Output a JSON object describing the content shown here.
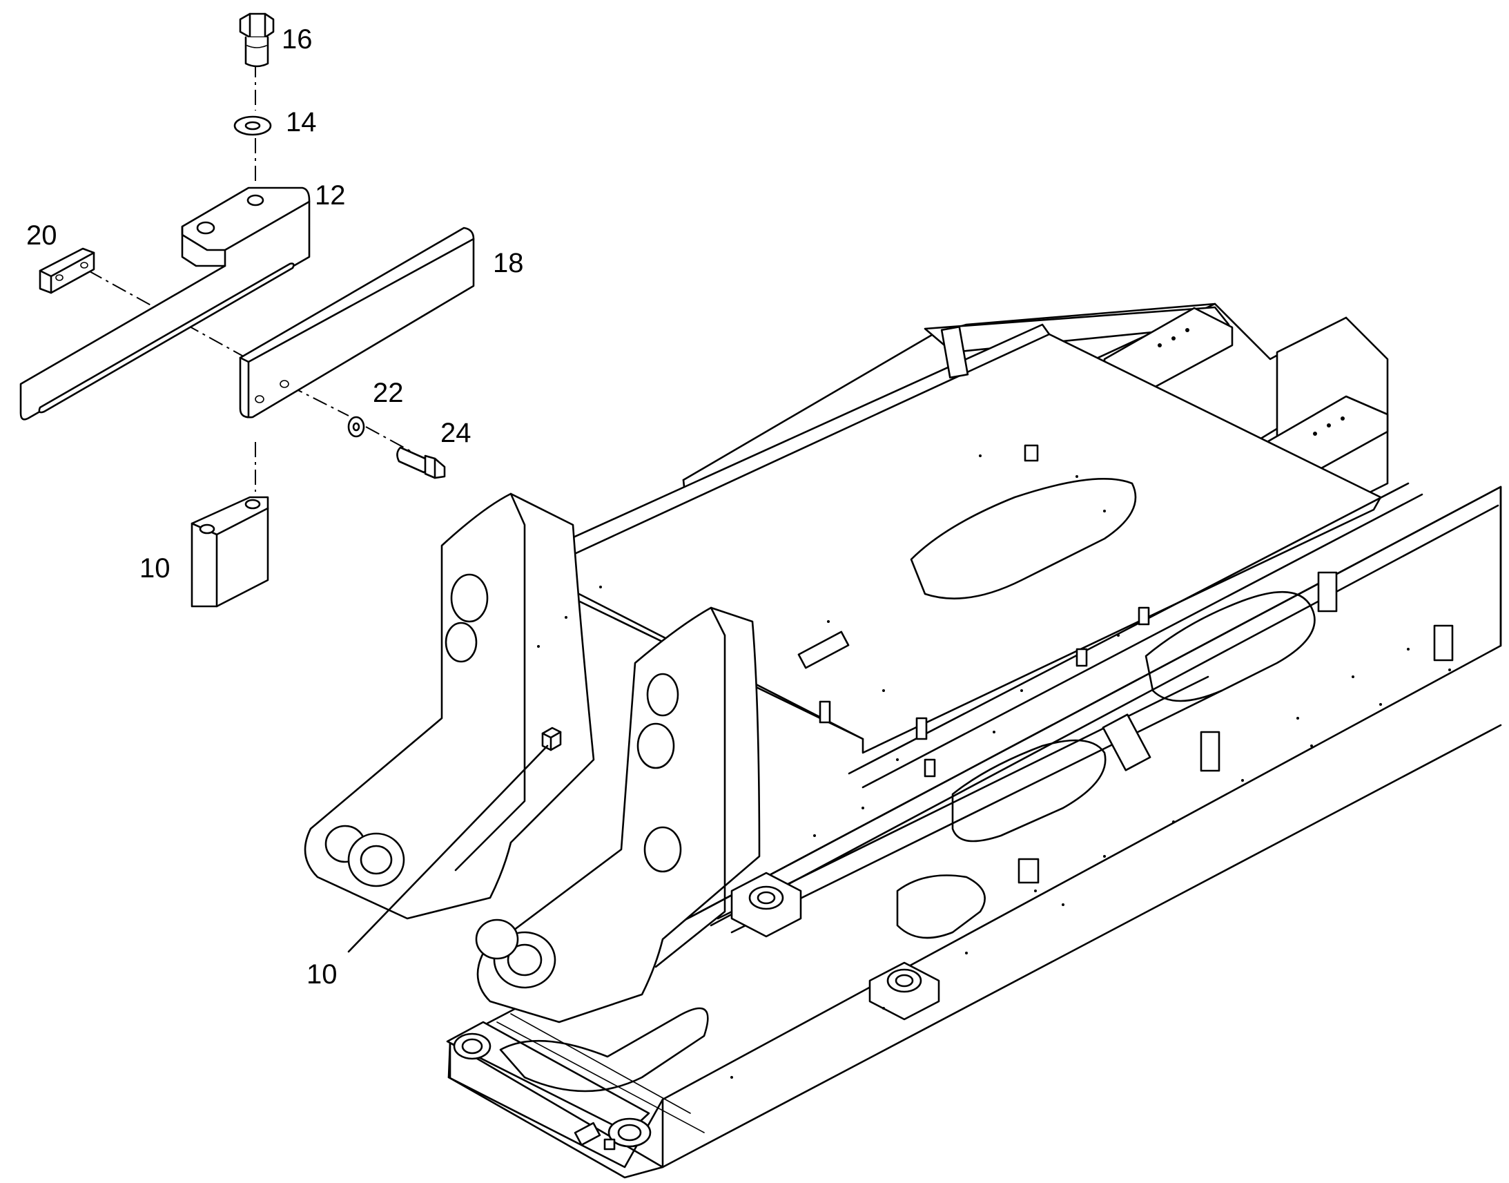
{
  "callouts": {
    "bolt_top": "16",
    "washer_top": "14",
    "bracket": "12",
    "plate_small": "20",
    "plate_long": "18",
    "washer_side": "22",
    "bolt_side": "24",
    "block_detail": "10",
    "block_frame": "10"
  }
}
